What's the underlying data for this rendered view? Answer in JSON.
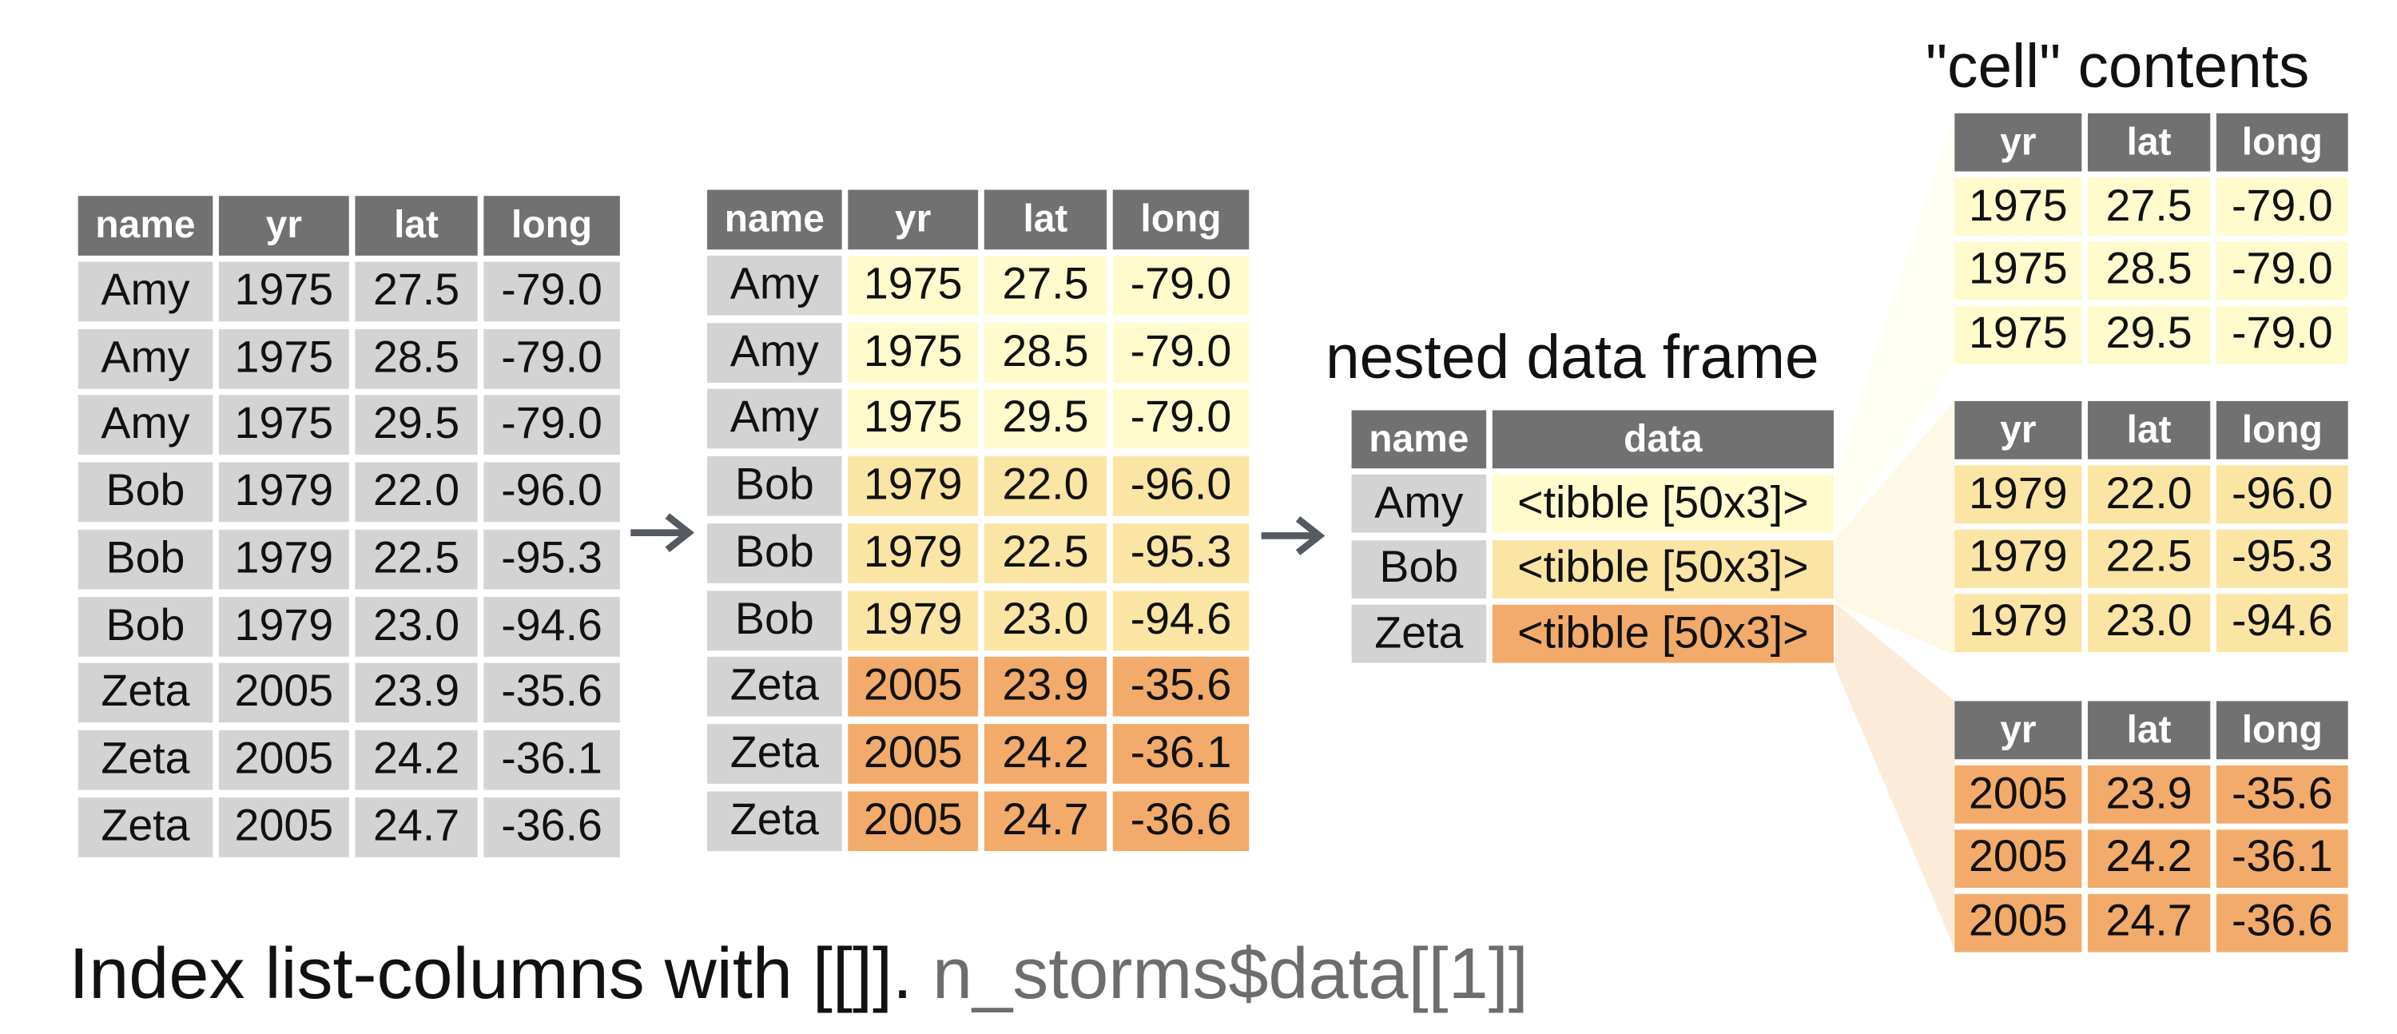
{
  "colors": {
    "header": "#717171",
    "name_cell": "#d3d3d3",
    "group1": "#fffbcd",
    "group2": "#fae5a4",
    "group3": "#f2ab6a",
    "fan1": "#fffef2",
    "fan2": "#fef8e6",
    "fan3": "#fcebd9"
  },
  "columns": [
    "name",
    "yr",
    "lat",
    "long"
  ],
  "inner_columns": [
    "yr",
    "lat",
    "long"
  ],
  "rows": [
    [
      "Amy",
      "1975",
      "27.5",
      "-79.0"
    ],
    [
      "Amy",
      "1975",
      "28.5",
      "-79.0"
    ],
    [
      "Amy",
      "1975",
      "29.5",
      "-79.0"
    ],
    [
      "Bob",
      "1979",
      "22.0",
      "-96.0"
    ],
    [
      "Bob",
      "1979",
      "22.5",
      "-95.3"
    ],
    [
      "Bob",
      "1979",
      "23.0",
      "-94.6"
    ],
    [
      "Zeta",
      "2005",
      "23.9",
      "-35.6"
    ],
    [
      "Zeta",
      "2005",
      "24.2",
      "-36.1"
    ],
    [
      "Zeta",
      "2005",
      "24.7",
      "-36.6"
    ]
  ],
  "nested": {
    "title": "nested data frame",
    "columns": [
      "name",
      "data"
    ],
    "rows": [
      [
        "Amy",
        "<tibble [50x3]>"
      ],
      [
        "Bob",
        "<tibble [50x3]>"
      ],
      [
        "Zeta",
        "<tibble [50x3]>"
      ]
    ]
  },
  "cell_contents_title": "\"cell\" contents",
  "caption": {
    "main": "Index list-columns with [[]].",
    "code": "n_storms$data[[1]]"
  }
}
